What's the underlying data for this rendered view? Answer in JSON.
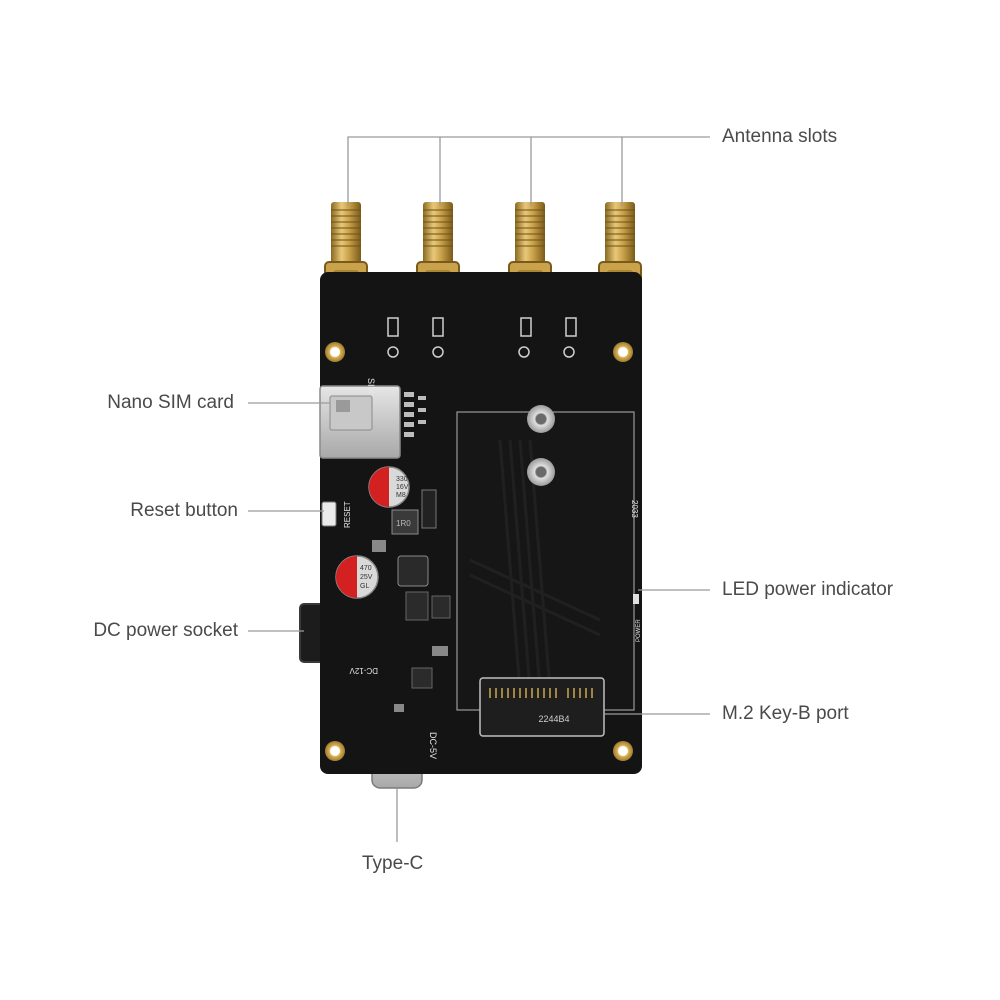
{
  "callouts": {
    "antenna_slots": "Antenna slots",
    "nano_sim_card": "Nano SIM card",
    "reset_button": "Reset button",
    "dc_power_socket": "DC power socket",
    "led_power_indicator": "LED power indicator",
    "m2_port": "M.2 Key-B port",
    "type_c": "Type-C"
  },
  "silkscreen": {
    "sim": "SIM",
    "reset": "RESET",
    "dc12v": "DC-12V",
    "dc5v": "DC-5V",
    "power": "POWER",
    "cap1_line1": "330",
    "cap1_line2": "16V",
    "cap1_line3": "M8",
    "cap2_line1": "470",
    "cap2_line2": "25V",
    "cap2_line3": "GL",
    "m2_code": "2244B4",
    "side_code": "2033",
    "inductor": "1R0"
  },
  "colors": {
    "board": "#141414",
    "gold": "#c9a24a",
    "label_text": "#4a4a4a",
    "leader_line": "#9a9a9a"
  }
}
